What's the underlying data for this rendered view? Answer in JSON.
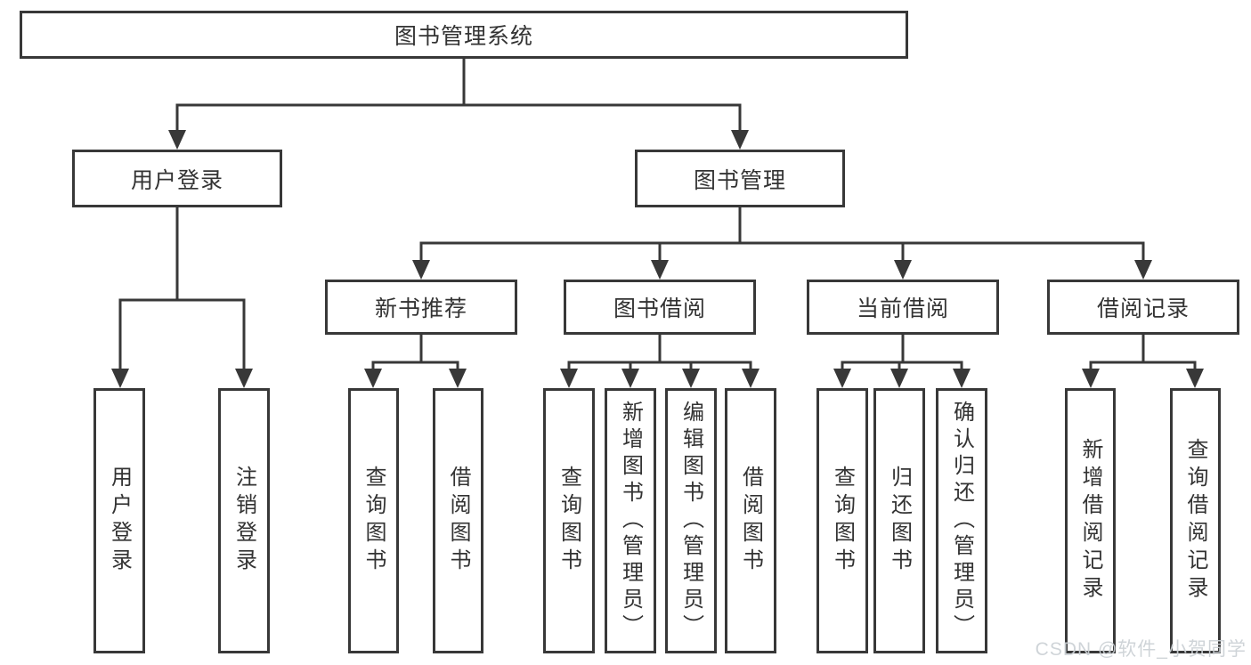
{
  "diagram": {
    "root_label": "图书管理系统",
    "branches": [
      {
        "label": "用户登录",
        "children": [
          {
            "label": "用户登录"
          },
          {
            "label": "注销登录"
          }
        ]
      },
      {
        "label": "图书管理",
        "children": [
          {
            "label": "新书推荐",
            "children": [
              {
                "label": "查询图书"
              },
              {
                "label": "借阅图书"
              }
            ]
          },
          {
            "label": "图书借阅",
            "children": [
              {
                "label": "查询图书"
              },
              {
                "label": "新增图书（管理员）"
              },
              {
                "label": "编辑图书（管理员）"
              },
              {
                "label": "借阅图书"
              }
            ]
          },
          {
            "label": "当前借阅",
            "children": [
              {
                "label": "查询图书"
              },
              {
                "label": "归还图书"
              },
              {
                "label": "确认归还（管理员）"
              }
            ]
          },
          {
            "label": "借阅记录",
            "children": [
              {
                "label": "新增借阅记录"
              },
              {
                "label": "查询借阅记录"
              }
            ]
          }
        ]
      }
    ]
  },
  "watermark": "CSDN @软件_小贺同学",
  "colors": {
    "line": "#383838",
    "text": "#333333",
    "background": "#ffffff",
    "watermark": "#cbd0d5"
  }
}
